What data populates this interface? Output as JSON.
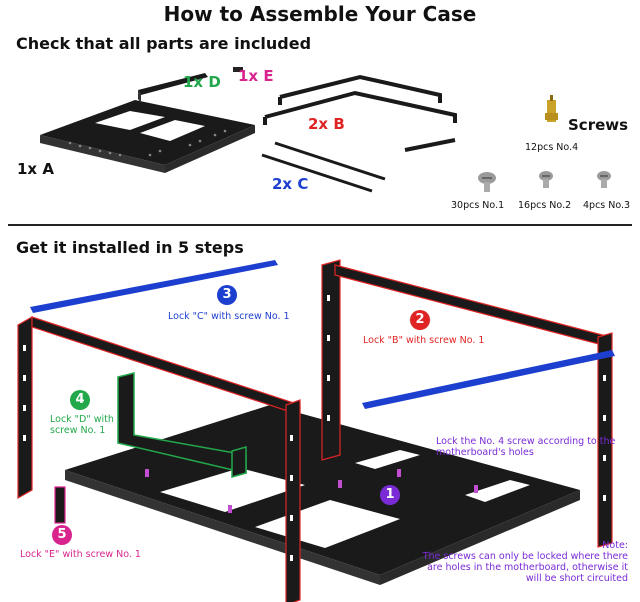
{
  "title": "How to Assemble Your Case",
  "section1": {
    "heading": "Check that all parts are included",
    "parts": {
      "a": "1x A",
      "b": "2x B",
      "c": "2x C",
      "d": "1x D",
      "e": "1x E"
    },
    "screws": {
      "label": "Screws",
      "no4": "12pcs No.4",
      "no1": "30pcs No.1",
      "no2": "16pcs No.2",
      "no3": "4pcs No.3"
    }
  },
  "section2": {
    "heading": "Get it installed in 5 steps",
    "steps": [
      {
        "num": "1",
        "text": "Lock the No. 4 screw according to the motherboard's holes",
        "color": "#7a2bd6"
      },
      {
        "num": "2",
        "text": "Lock \"B\" with screw No. 1",
        "color": "#e02424"
      },
      {
        "num": "3",
        "text": "Lock \"C\" with screw No. 1",
        "color": "#1d3fcf"
      },
      {
        "num": "4",
        "text": "Lock \"D\" with screw No. 1",
        "color": "#22a84a"
      },
      {
        "num": "5",
        "text": "Lock \"E\" with screw No. 1",
        "color": "#d9248f"
      }
    ],
    "note": {
      "title": "Note:",
      "text": "The screws can only be locked where there are holes in the motherboard, otherwise it will be short circuited"
    }
  },
  "colors": {
    "red": "#e02424",
    "blue": "#1d3fcf",
    "green": "#22a84a",
    "magenta": "#d9248f",
    "purple": "#7a2bd6"
  }
}
